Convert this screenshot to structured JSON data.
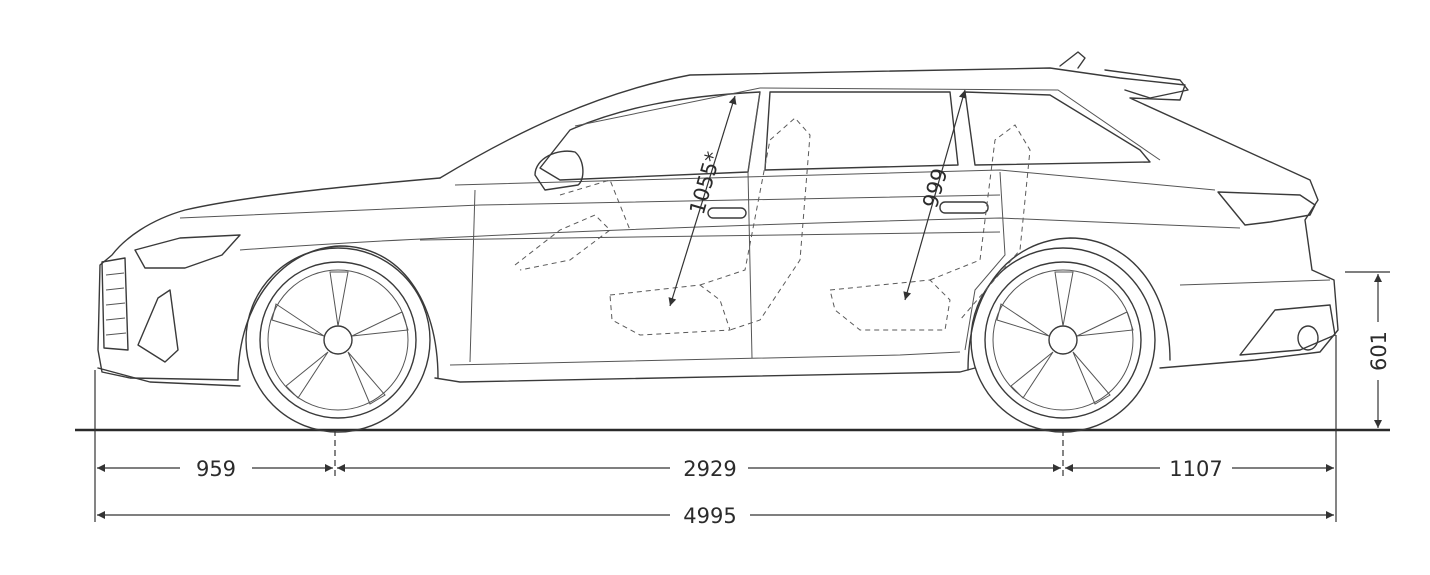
{
  "dimensions": {
    "front_overhang": "959",
    "wheelbase": "2929",
    "rear_overhang": "1107",
    "overall_length": "4995",
    "front_headroom": "1055*",
    "rear_headroom": "999",
    "tow_hitch_height": "601"
  }
}
